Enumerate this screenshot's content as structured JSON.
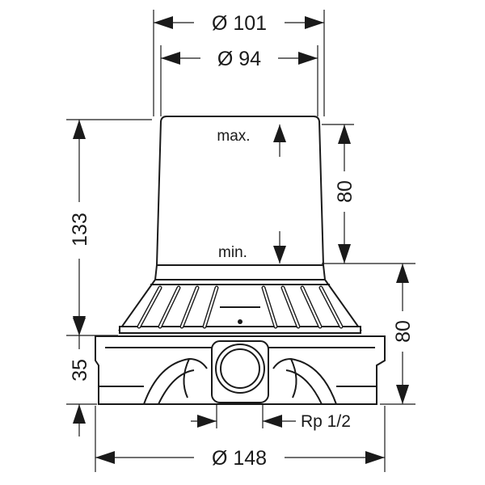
{
  "dimensions": {
    "outer_diameter": "Ø 101",
    "inner_diameter": "Ø 94",
    "total_height": "133",
    "adjust_range": "80",
    "right_height": "80",
    "base_height": "35",
    "base_diameter": "Ø 148"
  },
  "labels": {
    "max": "max.",
    "min": "min.",
    "connection": "Rp 1/2"
  }
}
